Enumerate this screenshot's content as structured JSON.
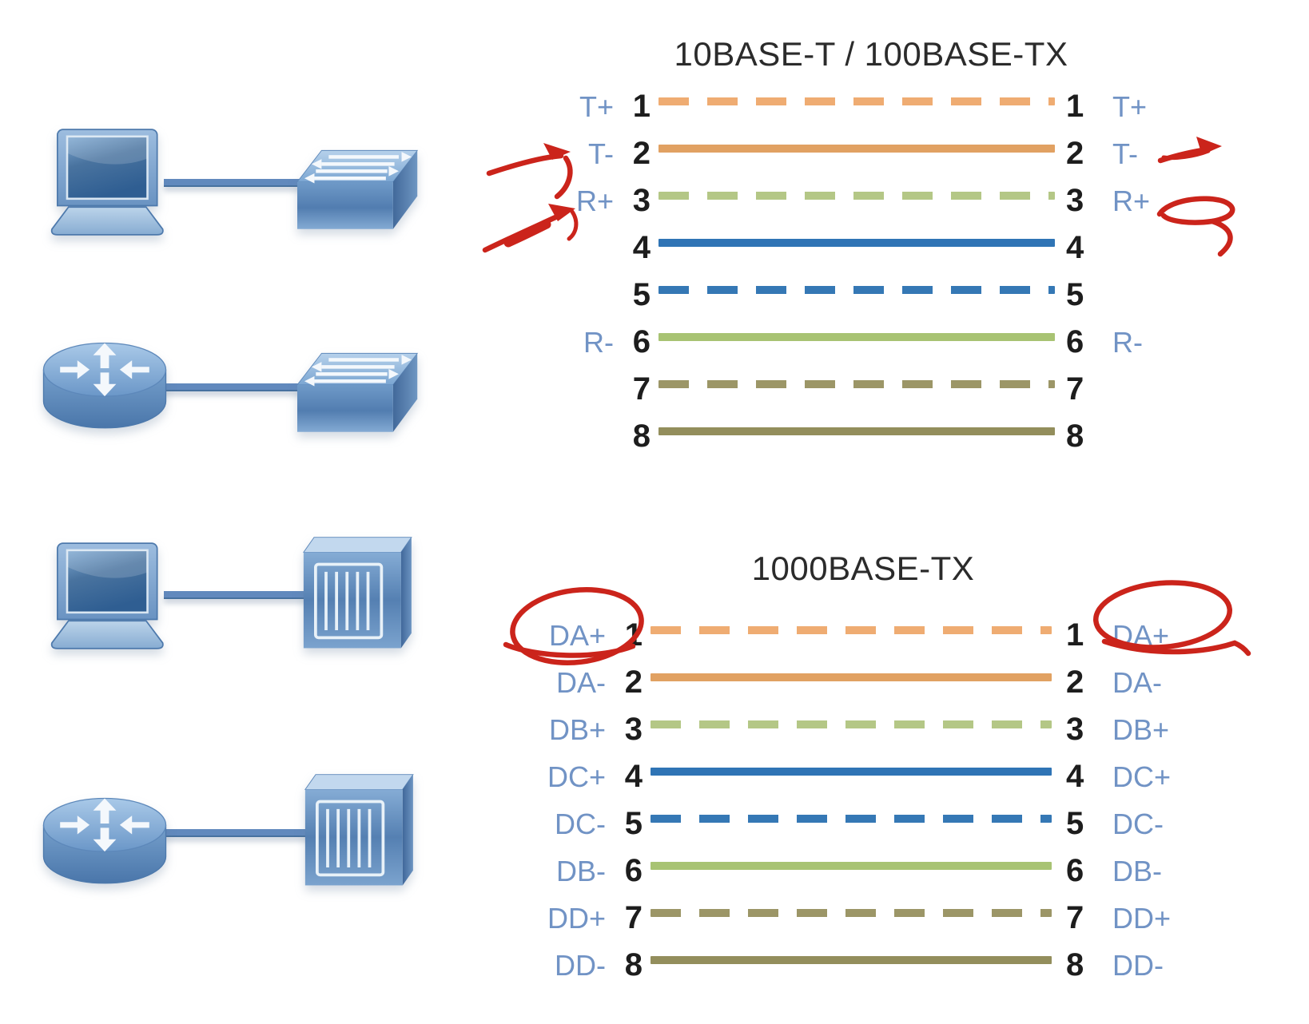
{
  "titles": {
    "top_pinout": "10BASE-T / 100BASE-TX",
    "bottom_pinout": "1000BASE-TX"
  },
  "colors": {
    "signal_label_blue": "#7193C5",
    "pin_number_black": "#1d1d1d",
    "annotation_red": "#CB241B",
    "device_blue": "#6B97C8",
    "link_line_blue": "#6189BD"
  },
  "topology": {
    "pairs": [
      {
        "left_device": "laptop",
        "right_device": "switch"
      },
      {
        "left_device": "router",
        "right_device": "switch"
      },
      {
        "left_device": "laptop",
        "right_device": "server"
      },
      {
        "left_device": "router",
        "right_device": "server"
      }
    ]
  },
  "chart_data": [
    {
      "type": "table",
      "title": "10BASE-T / 100BASE-TX",
      "description": "Straight-through cable pinout, pins 1-8 mapped 1:1",
      "pins": [
        {
          "pin": 1,
          "left": "T+",
          "right": "T+",
          "style": "dashed",
          "color": "#EFAC72"
        },
        {
          "pin": 2,
          "left": "T-",
          "right": "T-",
          "style": "solid",
          "color": "#E1A162"
        },
        {
          "pin": 3,
          "left": "R+",
          "right": "R+",
          "style": "dashed",
          "color": "#B4C786"
        },
        {
          "pin": 4,
          "left": "",
          "right": "",
          "style": "solid",
          "color": "#2F74B5"
        },
        {
          "pin": 5,
          "left": "",
          "right": "",
          "style": "dashed",
          "color": "#3578B5"
        },
        {
          "pin": 6,
          "left": "R-",
          "right": "R-",
          "style": "solid",
          "color": "#A8C373"
        },
        {
          "pin": 7,
          "left": "",
          "right": "",
          "style": "dashed",
          "color": "#9C9667"
        },
        {
          "pin": 8,
          "left": "",
          "right": "",
          "style": "solid",
          "color": "#938E5C"
        }
      ],
      "annotations": [
        {
          "shape": "hand-arrow",
          "color": "#CB241B",
          "points_at": "left pin 2 label T-"
        },
        {
          "shape": "hand-arrow",
          "color": "#CB241B",
          "points_at": "left pin 3 label R+"
        },
        {
          "shape": "hand-arrow",
          "color": "#CB241B",
          "points_at": "right pin 2 label T-"
        },
        {
          "shape": "hand-curved-arrow",
          "color": "#CB241B",
          "points_at": "right pin 3 label R+"
        }
      ]
    },
    {
      "type": "table",
      "title": "1000BASE-TX",
      "description": "Straight-through cable pinout, pins 1-8 mapped 1:1",
      "pins": [
        {
          "pin": 1,
          "left": "DA+",
          "right": "DA+",
          "style": "dashed",
          "color": "#EFAC72"
        },
        {
          "pin": 2,
          "left": "DA-",
          "right": "DA-",
          "style": "solid",
          "color": "#E1A162"
        },
        {
          "pin": 3,
          "left": "DB+",
          "right": "DB+",
          "style": "dashed",
          "color": "#B4C786"
        },
        {
          "pin": 4,
          "left": "DC+",
          "right": "DC+",
          "style": "solid",
          "color": "#2F74B5"
        },
        {
          "pin": 5,
          "left": "DC-",
          "right": "DC-",
          "style": "dashed",
          "color": "#3578B5"
        },
        {
          "pin": 6,
          "left": "DB-",
          "right": "DB-",
          "style": "solid",
          "color": "#A8C373"
        },
        {
          "pin": 7,
          "left": "DD+",
          "right": "DD+",
          "style": "dashed",
          "color": "#9C9667"
        },
        {
          "pin": 8,
          "left": "DD-",
          "right": "DD-",
          "style": "solid",
          "color": "#938E5C"
        }
      ],
      "annotations": [
        {
          "shape": "hand-circle",
          "color": "#CB241B",
          "around": "left pin 1 label DA+"
        },
        {
          "shape": "hand-circle",
          "color": "#CB241B",
          "around": "right pin 1 label DA+"
        }
      ]
    }
  ]
}
